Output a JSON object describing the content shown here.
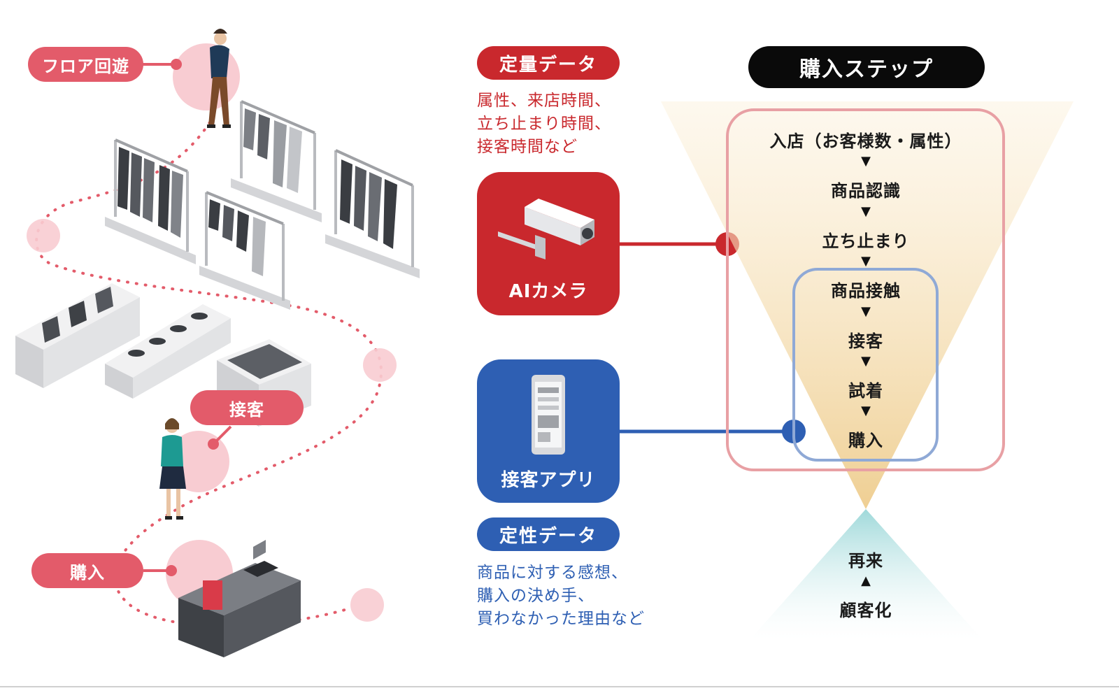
{
  "store_labels": {
    "floor": "フロア回遊",
    "service": "接客",
    "purchase": "購入"
  },
  "quantitative": {
    "title": "定量データ",
    "description": "属性、来店時間、\n立ち止まり時間、\n接客時間など",
    "color": "#c9282d"
  },
  "qualitative": {
    "title": "定性データ",
    "description": "商品に対する感想、\n購入の決め手、\n買わなかった理由など",
    "color": "#2e5fb3"
  },
  "tools": {
    "camera": {
      "label": "AIカメラ",
      "icon": "security-camera-icon",
      "color": "#c9282d"
    },
    "app": {
      "label": "接客アプリ",
      "icon": "smartphone-icon",
      "color": "#2e5fb3"
    }
  },
  "purchase_steps": {
    "title": "購入ステップ",
    "steps": [
      "入店（お客様数・属性）",
      "商品認識",
      "立ち止まり",
      "商品接触",
      "接客",
      "試着",
      "購入"
    ],
    "down_arrow": "▼",
    "up_arrow": "▲",
    "after": [
      "再来",
      "顧客化"
    ]
  },
  "colors": {
    "accent_red": "#e35b6a",
    "funnel": "#f3d9a8",
    "return": "#bde6e6",
    "frame_red": "#e8a0a4",
    "frame_blue": "#8fa9d6"
  }
}
